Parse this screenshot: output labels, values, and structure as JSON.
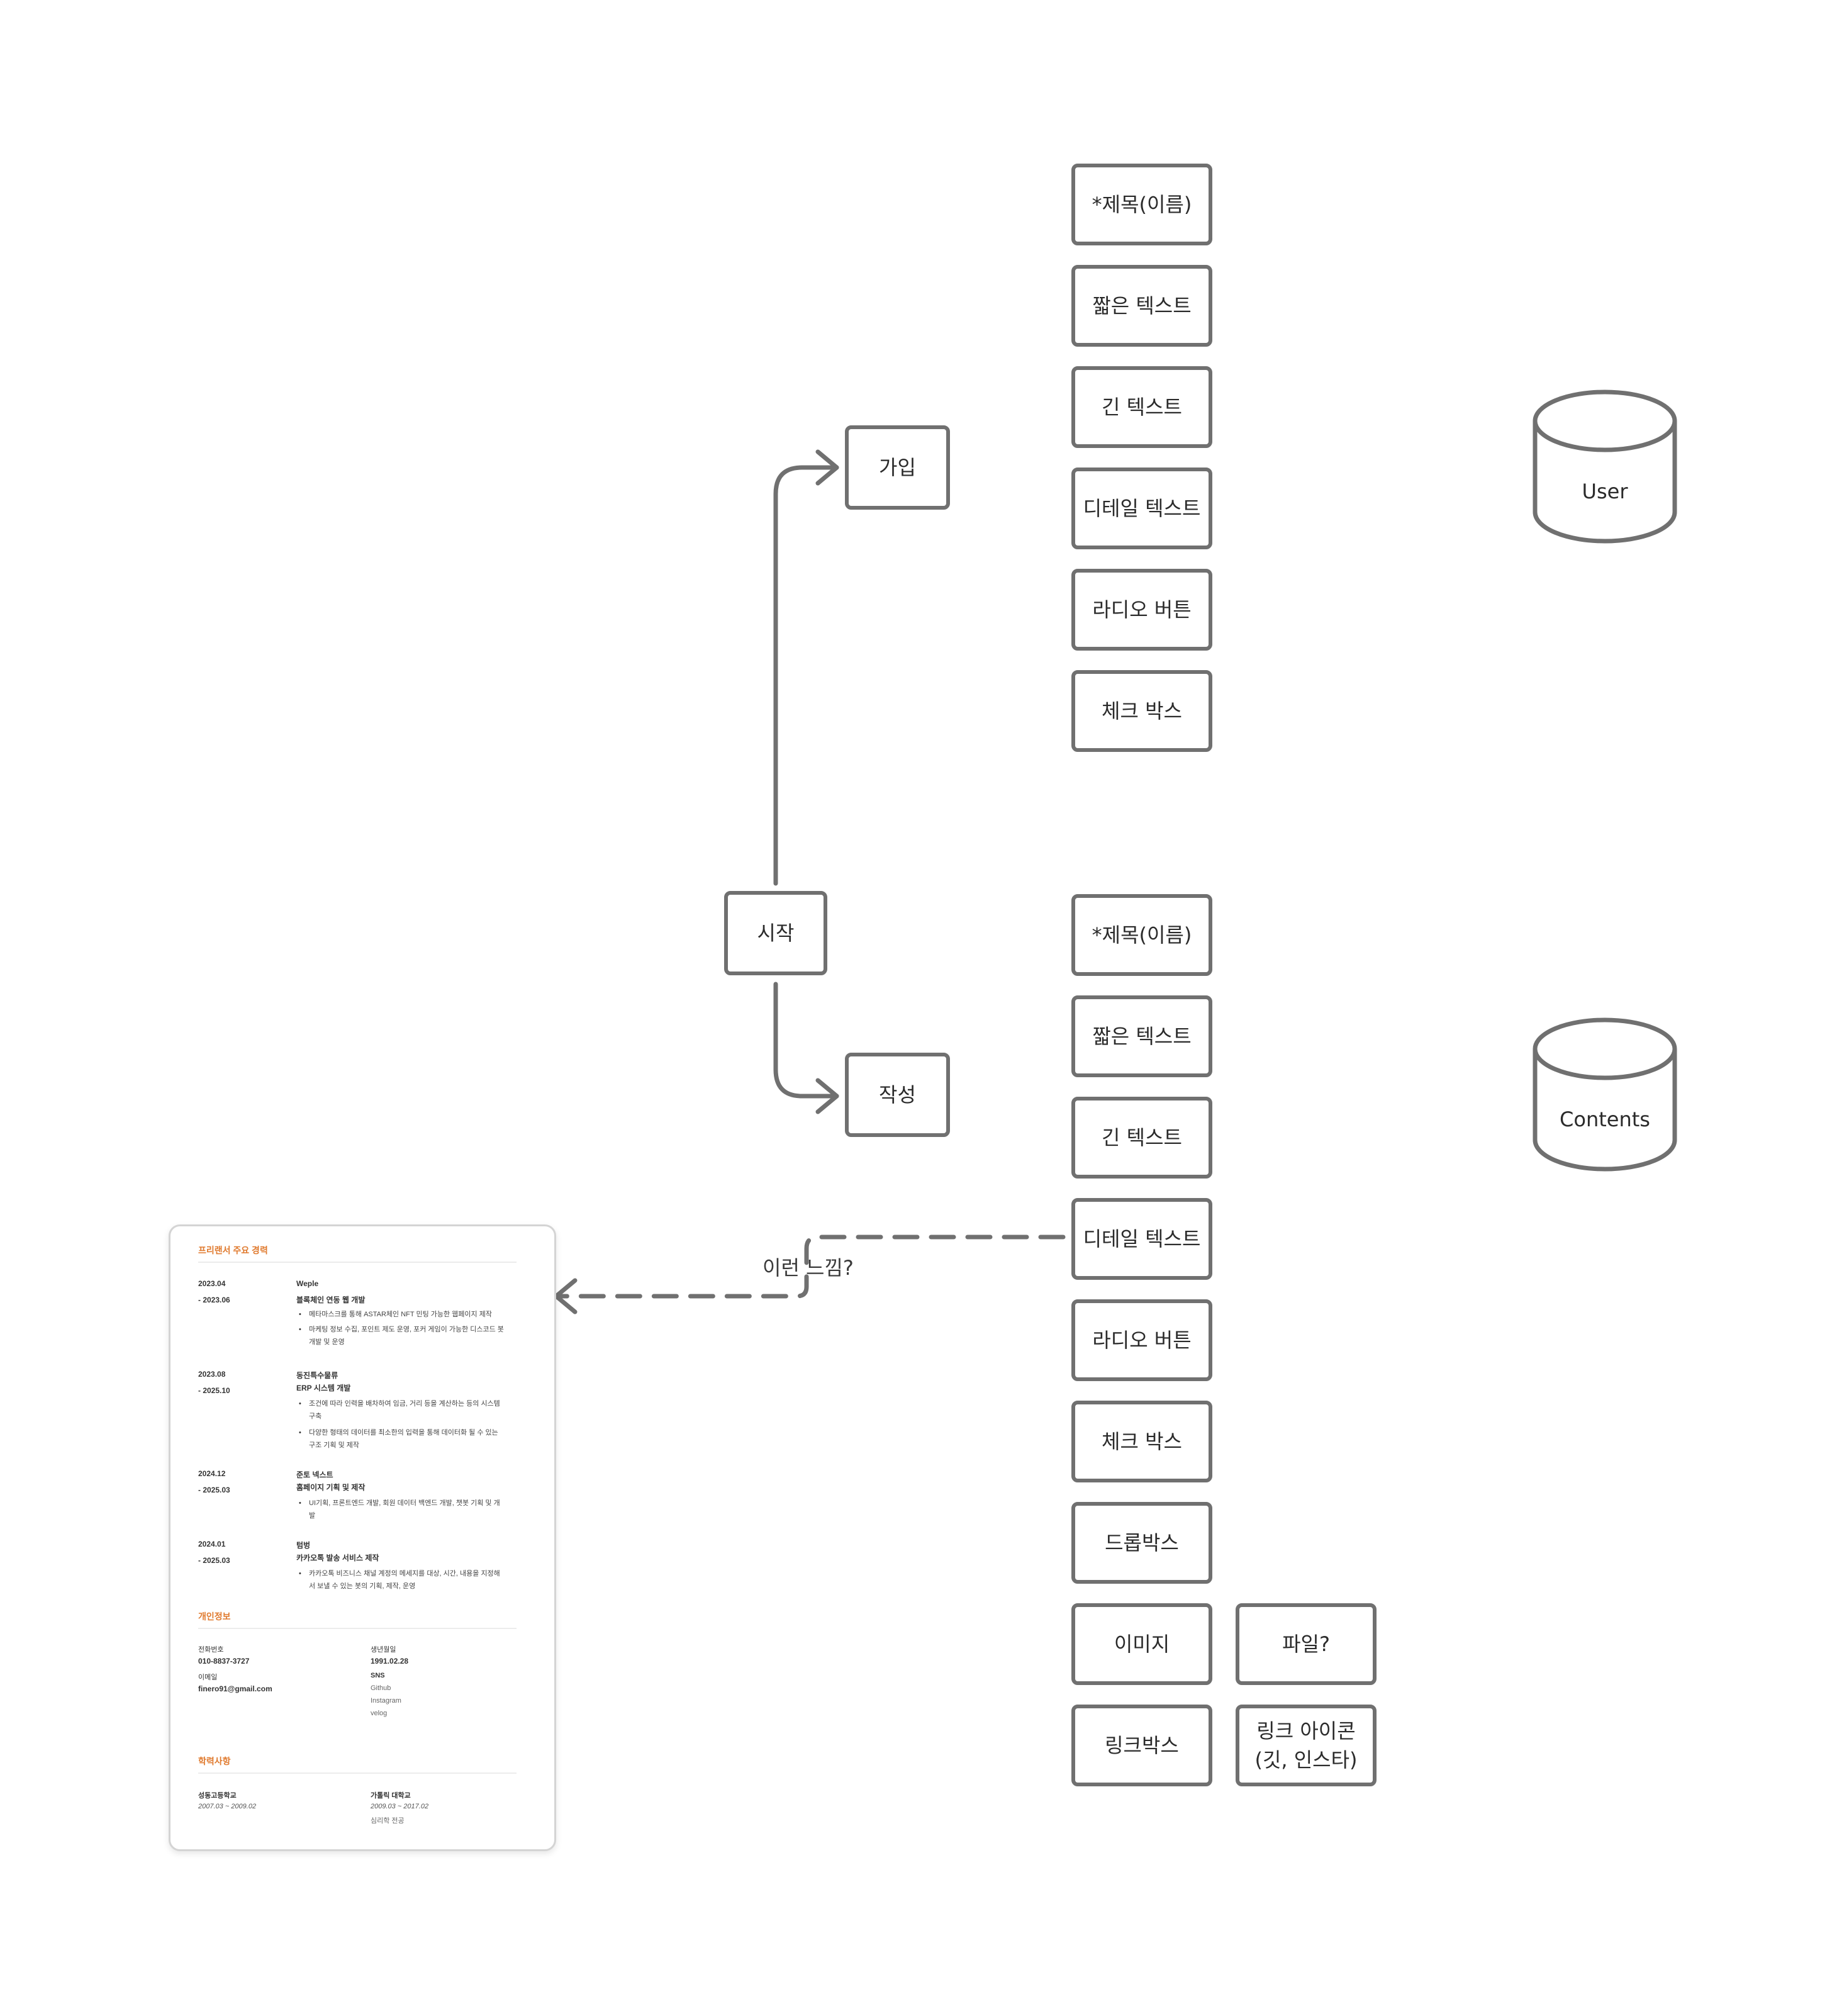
{
  "diagram": {
    "start": "시작",
    "branches": {
      "signup": "가입",
      "write": "작성"
    },
    "user_fields": [
      "*제목(이름)",
      "짧은 텍스트",
      "긴 텍스트",
      "디테일 텍스트",
      "라디오 버튼",
      "체크 박스"
    ],
    "content_fields": [
      "*제목(이름)",
      "짧은 텍스트",
      "긴 텍스트",
      "디테일 텍스트",
      "라디오 버튼",
      "체크 박스",
      "드롭박스",
      "이미지",
      "링크박스"
    ],
    "content_extra_fields": [
      "파일?",
      "링크 아이콘\n(깃, 인스타)"
    ],
    "databases": [
      "User",
      "Contents"
    ],
    "annotation": "이런 느낌?"
  },
  "resume": {
    "career_title": "프리랜서 주요 경력",
    "career": [
      {
        "start": "2023.04",
        "end": "- 2023.06",
        "org": "Weple",
        "project": "블록체인 연동 웹 개발",
        "bullets": [
          "메타마스크를 통해 ASTAR체인 NFT 민팅 가능한 웹페이지 제작",
          "마케팅 정보 수집, 포인트 제도 운영, 포커 게임이 가능한 디스코드 봇 개발 및 운영"
        ]
      },
      {
        "start": "2023.08",
        "end": "- 2025.10",
        "org": "동진특수물류",
        "project": "ERP 시스템 개발",
        "bullets": [
          "조건에 따라 인력을 배차하여 임금, 거리 등을 계산하는 등의 시스템 구축",
          "다양한 형태의 데이터를 최소한의 입력을 통해 데이터화 될 수 있는 구조 기획 및 제작"
        ]
      },
      {
        "start": "2024.12",
        "end": "- 2025.03",
        "org": "준토 넥스트",
        "project": "홈페이지 기획 및 제작",
        "bullets": [
          "UI기획, 프론트엔드 개발, 회원 데이터 백엔드 개발, 챗봇 기획 및 개발"
        ]
      },
      {
        "start": "2024.01",
        "end": "- 2025.03",
        "org": "텀벙",
        "project": "카카오톡 발송 서비스 제작",
        "bullets": [
          "카카오톡 비즈니스 채널 계정의 메세지를 대상, 시간, 내용을 지정해서 보낼 수 있는 봇의 기획, 제작, 운영"
        ]
      }
    ],
    "personal_title": "개인정보",
    "personal": {
      "phone_label": "전화번호",
      "phone": "010-8837-3727",
      "birth_label": "생년월일",
      "birth": "1991.02.28",
      "email_label": "이메일",
      "email": "finero91@gmail.com",
      "sns_label": "SNS",
      "sns": [
        "Github",
        "Instagram",
        "velog"
      ]
    },
    "education_title": "학력사항",
    "education": [
      {
        "school": "성동고등학교",
        "period": "2007.03 ~ 2009.02",
        "major": ""
      },
      {
        "school": "가톨릭 대학교",
        "period": "2009.03 ~ 2017.02",
        "major": "심리학 전공"
      }
    ]
  },
  "colors": {
    "stroke": "#707070",
    "accent": "#e07a2e"
  }
}
